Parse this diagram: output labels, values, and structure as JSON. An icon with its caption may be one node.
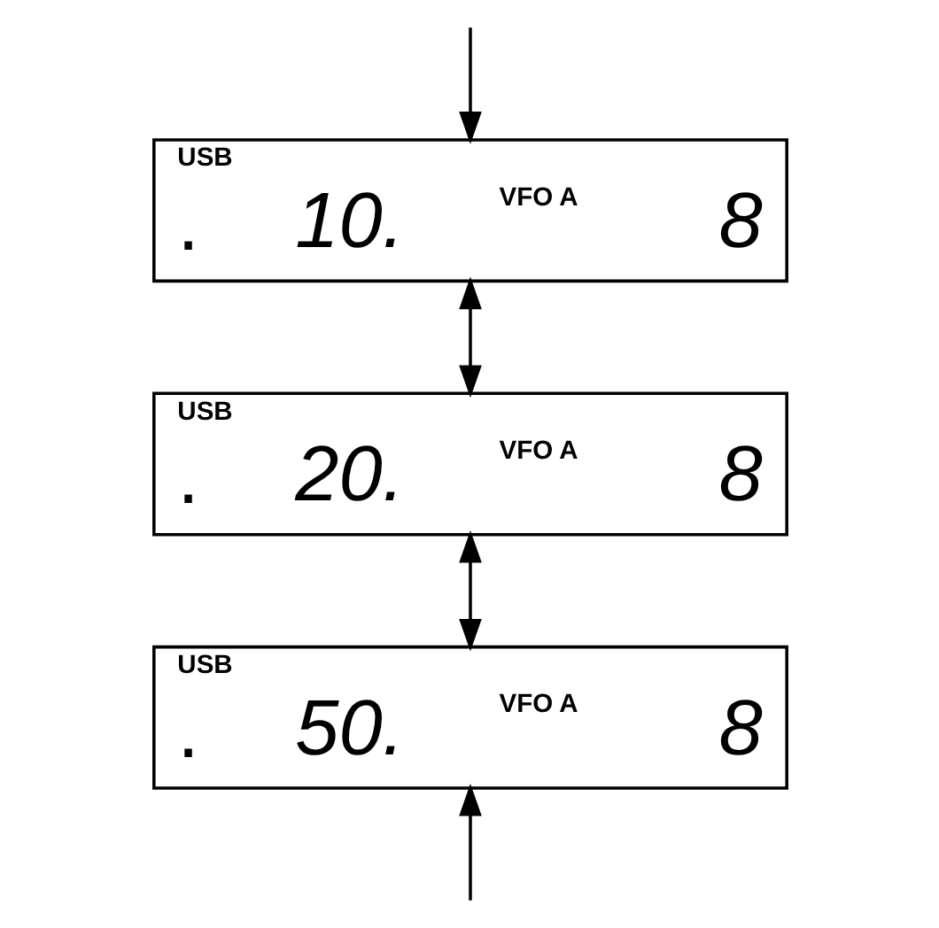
{
  "diagram": {
    "nodes": [
      {
        "text": [
          "USB",
          ".",
          "10.",
          "VFO A",
          "8"
        ]
      },
      {
        "text": [
          "USB",
          ".",
          "20.",
          "VFO A",
          "8"
        ]
      },
      {
        "text": [
          "USB",
          ".",
          "50.",
          "VFO A",
          "8"
        ]
      }
    ],
    "edges": [
      {
        "from": null,
        "to": 0,
        "arrow": "to"
      },
      {
        "from": 0,
        "to": 1,
        "arrow": "both"
      },
      {
        "from": 1,
        "to": 2,
        "arrow": "both"
      },
      {
        "from": null,
        "to": 2,
        "arrow": "to"
      }
    ]
  }
}
